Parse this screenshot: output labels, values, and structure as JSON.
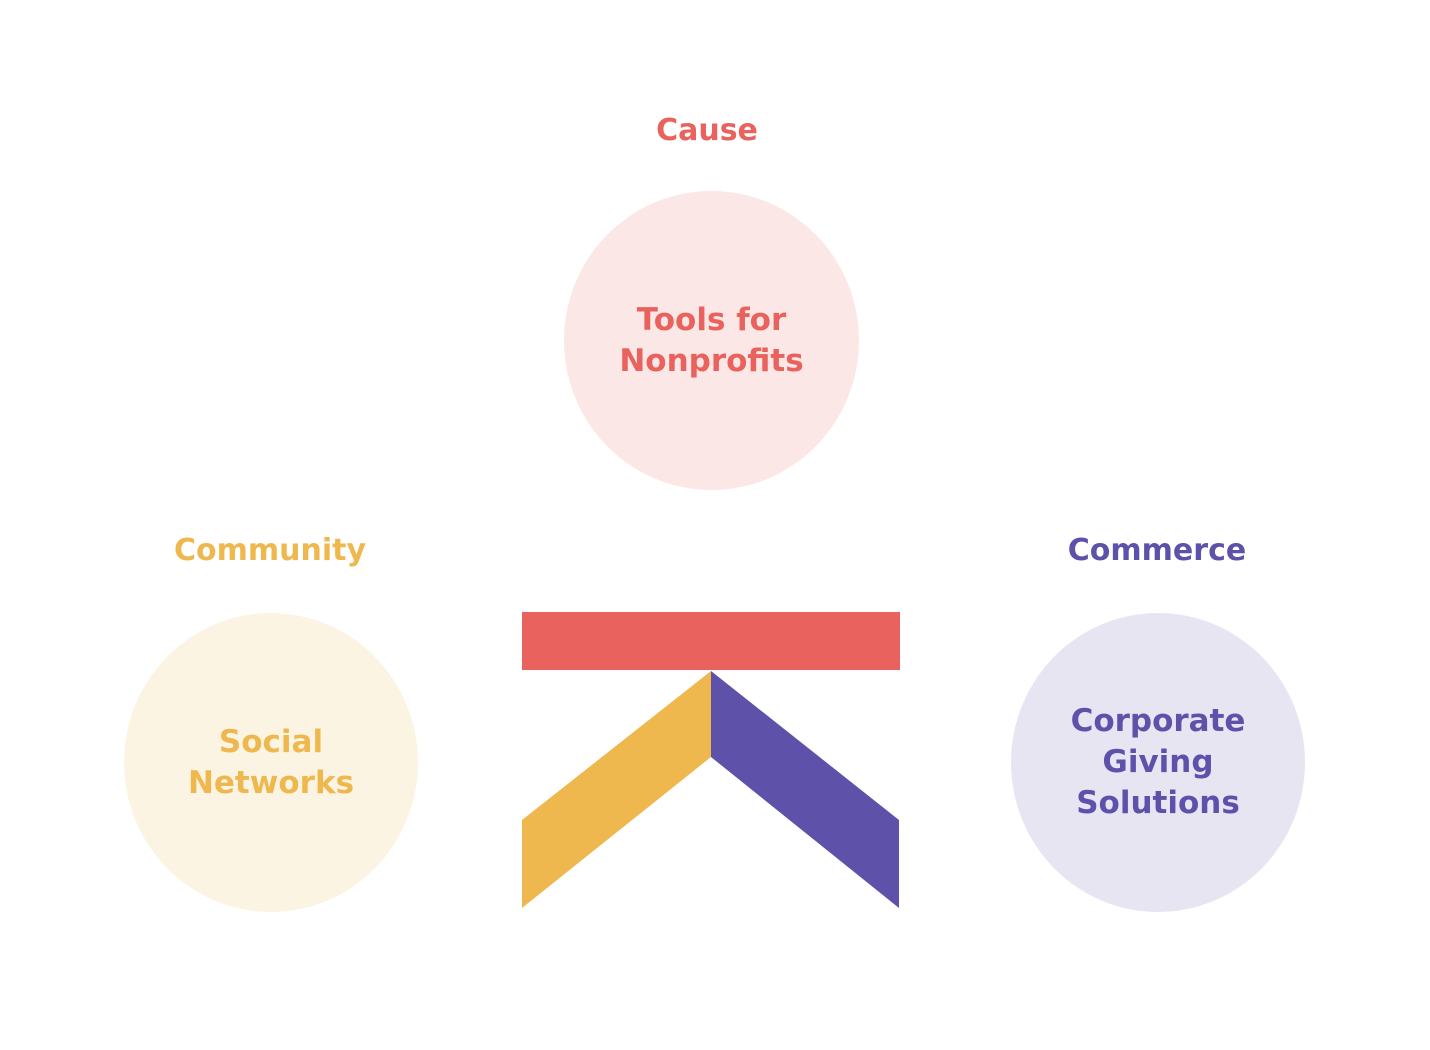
{
  "colors": {
    "cause": "#E9625D",
    "cause_bg": "#FBE7E6",
    "community": "#EFB84F",
    "community_bg": "#FCF4E3",
    "commerce": "#5D51AA",
    "commerce_bg": "#E7E5F2",
    "background": "#FFFFFF"
  },
  "cause": {
    "heading": "Cause",
    "lines": [
      "Tools for",
      "Nonprofits"
    ]
  },
  "community": {
    "heading": "Community",
    "lines": [
      "Social",
      "Networks"
    ]
  },
  "commerce": {
    "heading": "Commerce",
    "lines": [
      "Corporate",
      "Giving",
      "Solutions"
    ]
  },
  "logo": {
    "icon": "brand-logo-icon"
  }
}
